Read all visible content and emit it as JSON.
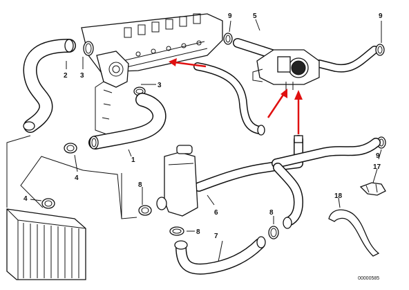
{
  "diagram": {
    "reference_number": "00000585",
    "arrow_color": "#e01010",
    "callouts": [
      {
        "id": "c1",
        "label": "1"
      },
      {
        "id": "c2",
        "label": "2"
      },
      {
        "id": "c3a",
        "label": "3"
      },
      {
        "id": "c3b",
        "label": "3"
      },
      {
        "id": "c4a",
        "label": "4"
      },
      {
        "id": "c4b",
        "label": "4"
      },
      {
        "id": "c5",
        "label": "5"
      },
      {
        "id": "c6",
        "label": "6"
      },
      {
        "id": "c7",
        "label": "7"
      },
      {
        "id": "c8a",
        "label": "8"
      },
      {
        "id": "c8b",
        "label": "8"
      },
      {
        "id": "c8c",
        "label": "8"
      },
      {
        "id": "c9a",
        "label": "9"
      },
      {
        "id": "c9b",
        "label": "9"
      },
      {
        "id": "c9c",
        "label": "9"
      },
      {
        "id": "c17",
        "label": "17"
      },
      {
        "id": "c18",
        "label": "18"
      }
    ]
  }
}
